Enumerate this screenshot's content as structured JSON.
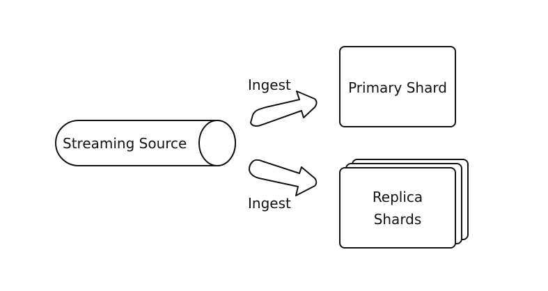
{
  "diagram": {
    "source": {
      "label": "Streaming Source",
      "shape": "cylinder"
    },
    "edges": [
      {
        "label": "Ingest",
        "from": "Streaming Source",
        "to": "Primary Shard"
      },
      {
        "label": "Ingest",
        "from": "Streaming Source",
        "to": "Replica Shards"
      }
    ],
    "targets": {
      "primary": {
        "label": "Primary Shard",
        "shape": "rounded-box"
      },
      "replicas": {
        "line1": "Replica",
        "line2": "Shards",
        "shape": "stacked-rounded-boxes"
      }
    },
    "colors": {
      "stroke": "#111111",
      "fill": "#ffffff",
      "text": "#111111"
    }
  }
}
